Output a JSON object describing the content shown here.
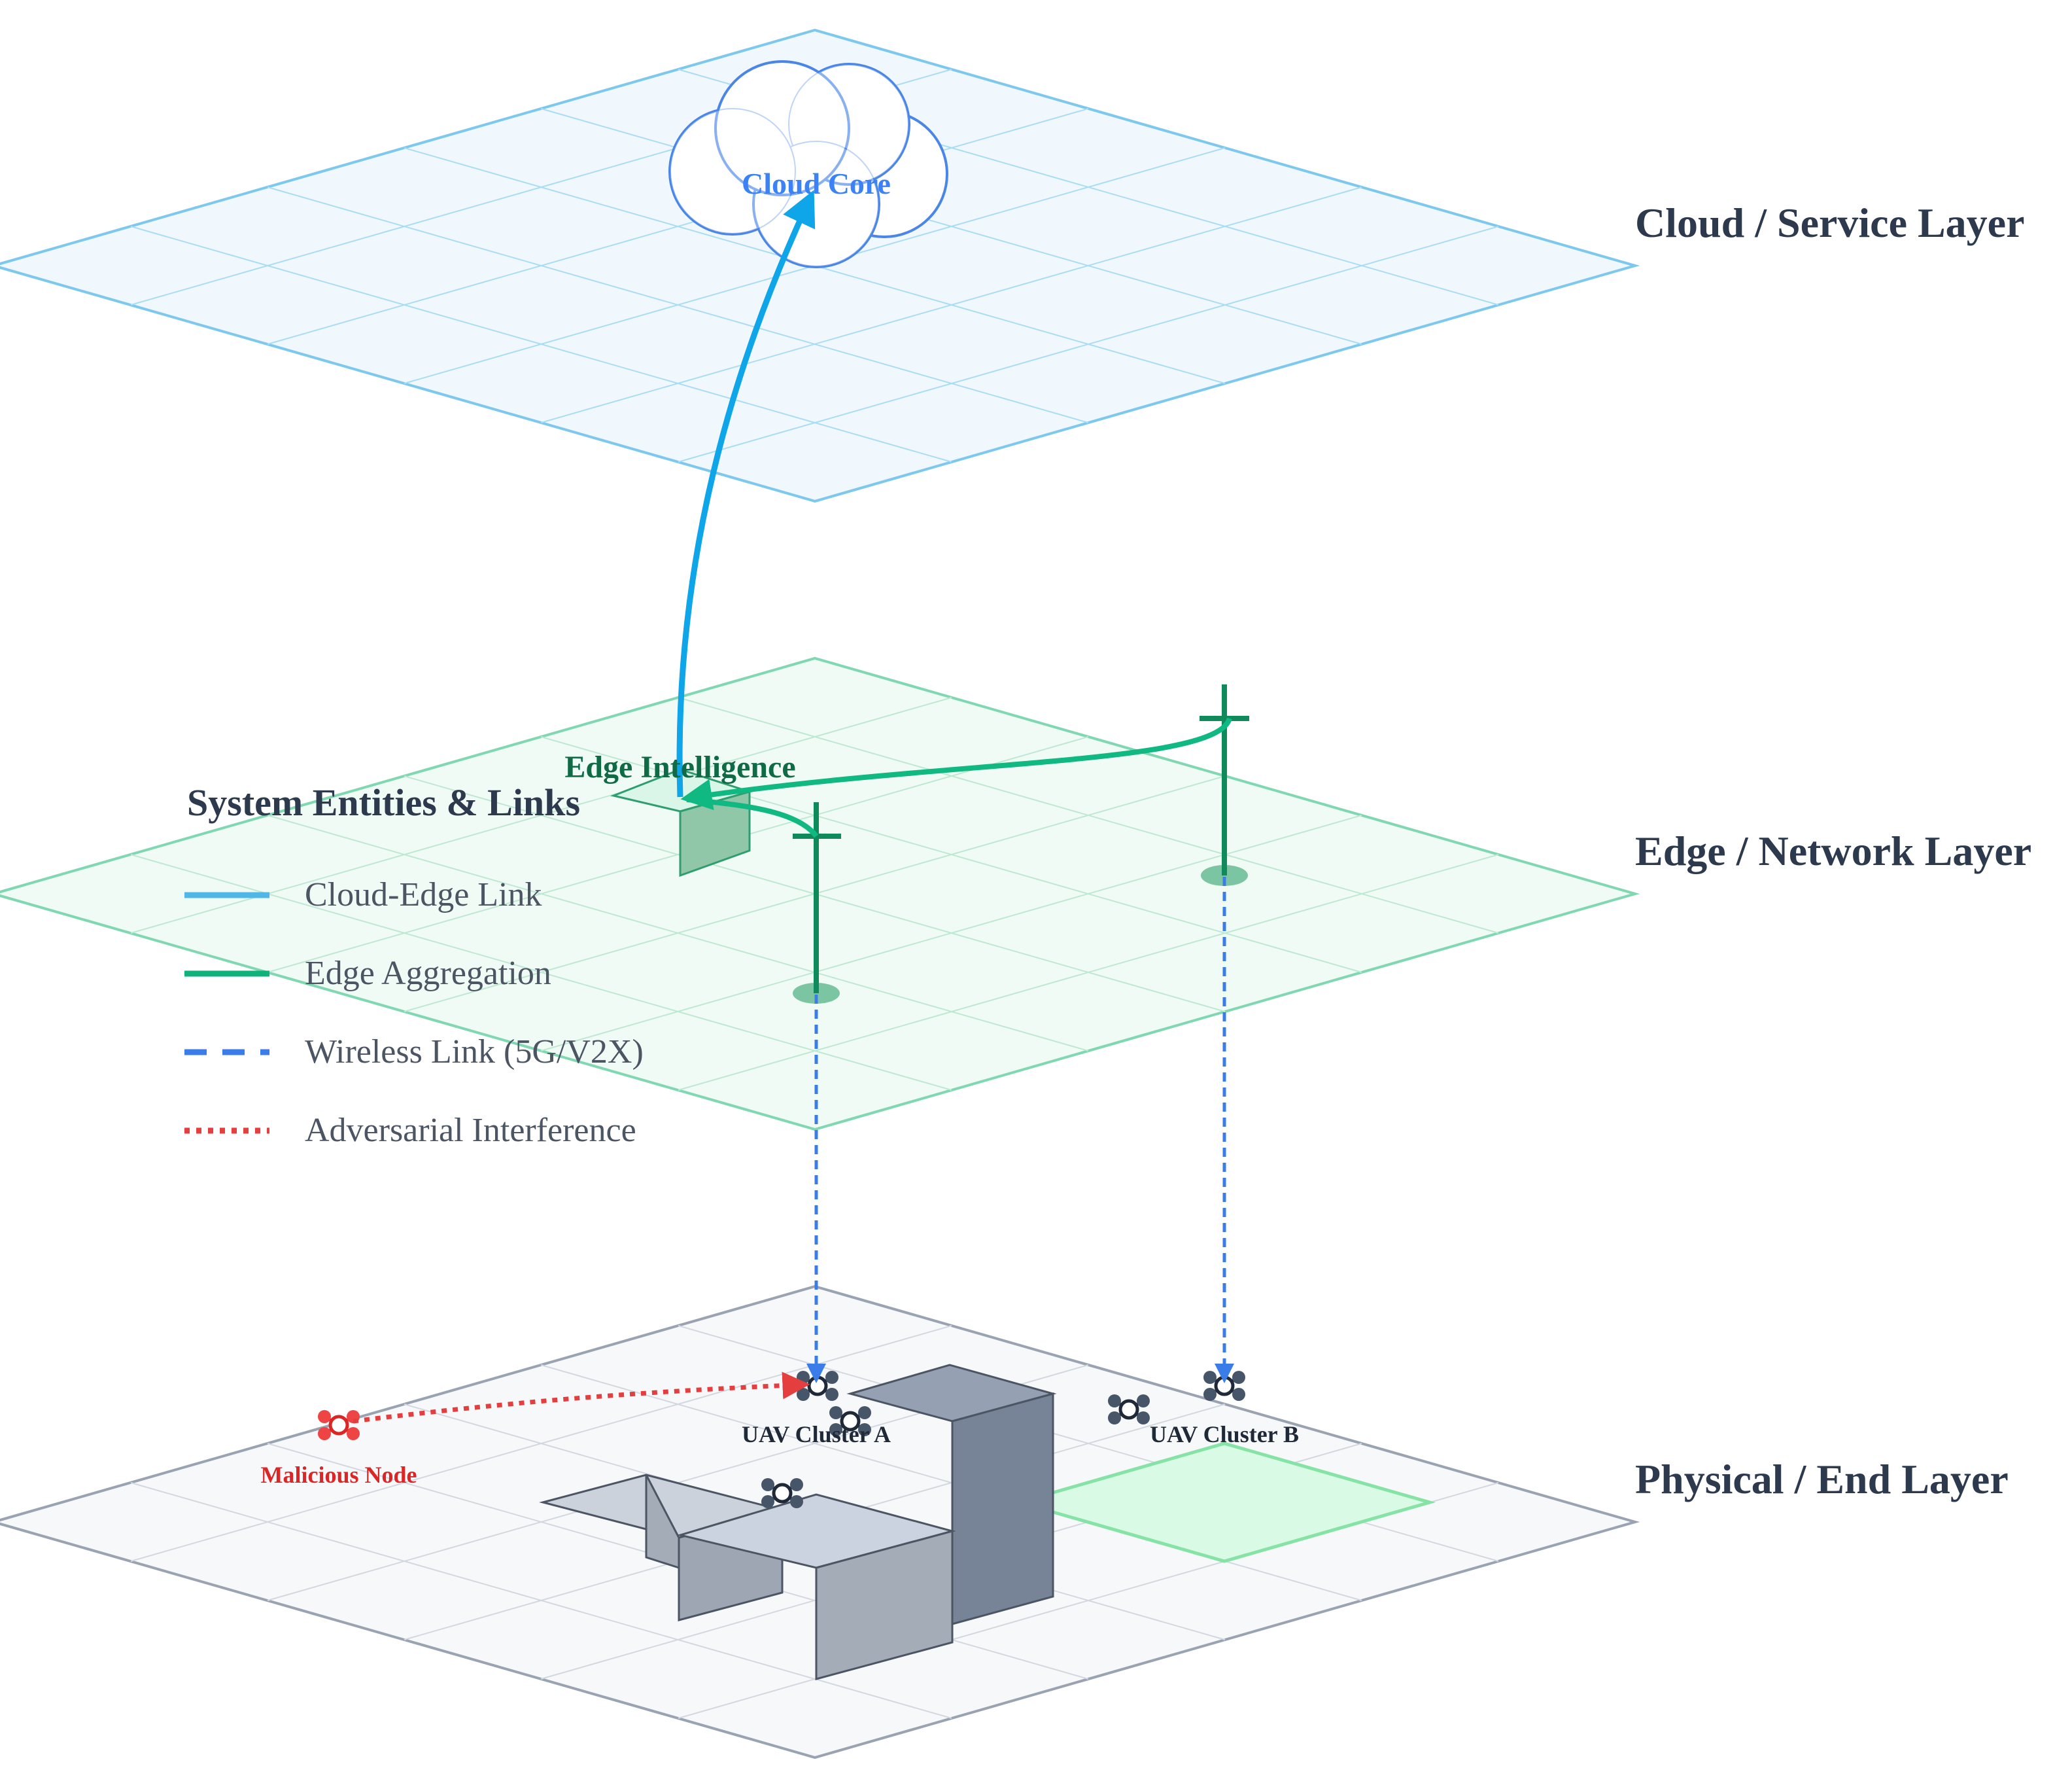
{
  "layers": {
    "cloud": "Cloud / Service Layer",
    "edge": "Edge / Network Layer",
    "physical": "Physical / End Layer"
  },
  "nodes": {
    "cloud_core": "Cloud Core",
    "edge_intelligence": "Edge Intelligence",
    "uav_cluster_a": "UAV Cluster A",
    "uav_cluster_b": "UAV Cluster B",
    "malicious_node": "Malicious Node"
  },
  "legend": {
    "title": "System Entities & Links",
    "items": [
      {
        "label": "Cloud-Edge Link",
        "color": "#4fb8e8",
        "style": "solid"
      },
      {
        "label": "Edge Aggregation",
        "color": "#10b27c",
        "style": "solid"
      },
      {
        "label": "Wireless Link (5G/V2X)",
        "color": "#3b7de8",
        "style": "dashed"
      },
      {
        "label": "Adversarial Interference",
        "color": "#e53e3e",
        "style": "dotted"
      }
    ]
  },
  "colors": {
    "cloud_plane": "#7cc8ee",
    "edge_plane": "#7fd8b2",
    "physical_plane": "#9aa3b2",
    "cloud_link": "#0ea5e9",
    "edge_link": "#10b981",
    "wireless_link": "#3b7de8",
    "adversarial": "#e53e3e",
    "building": "#64748b"
  }
}
